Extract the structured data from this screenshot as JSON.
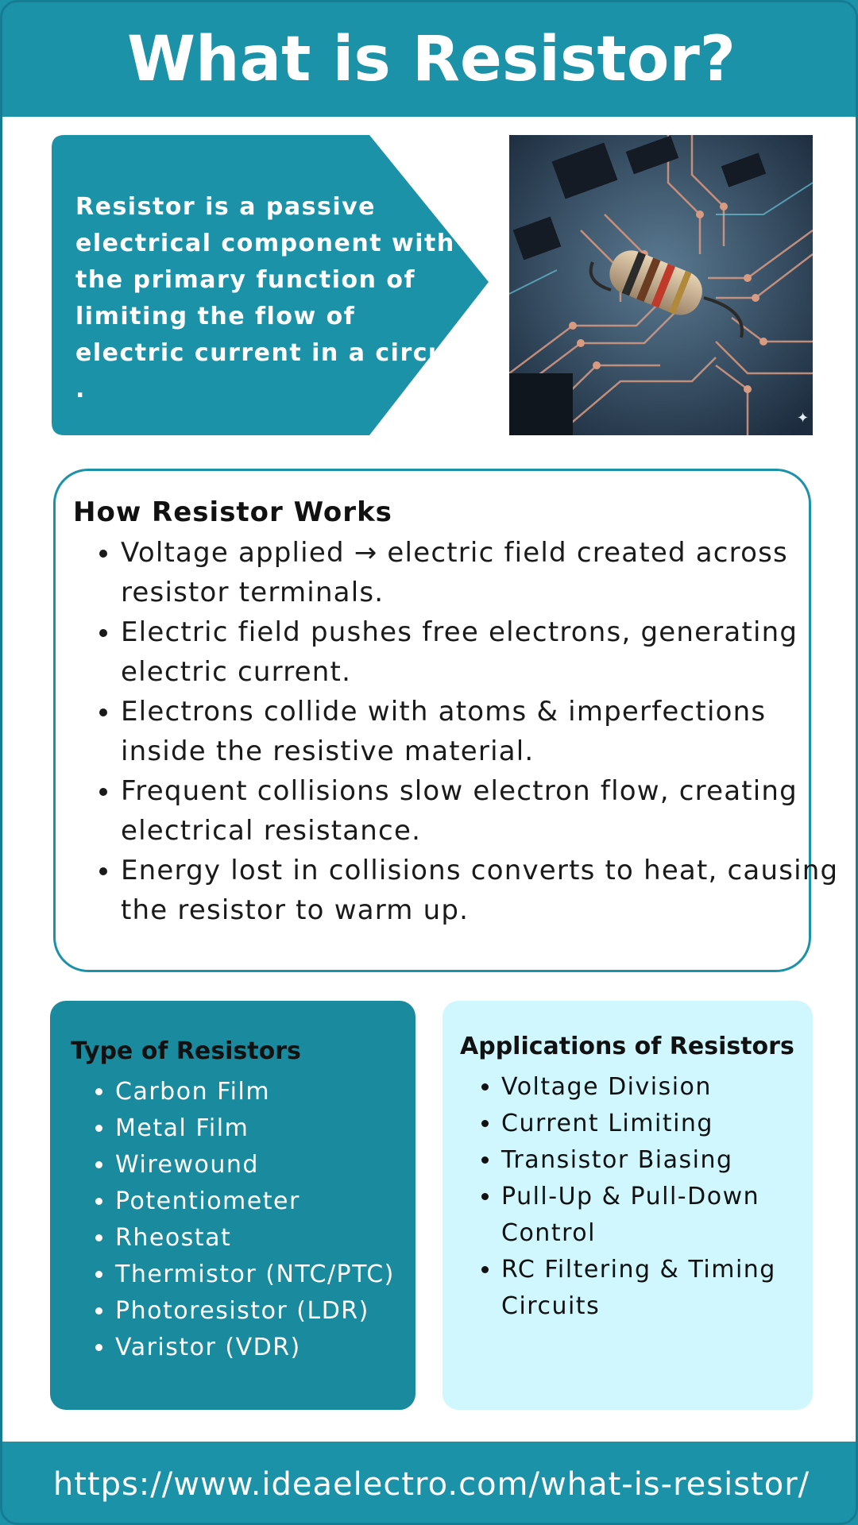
{
  "header": {
    "title": "What is Resistor?"
  },
  "definition": {
    "text": "Resistor is a passive electrical component with the primary function of limiting the flow of electric current in a circuit ."
  },
  "image": {
    "subject": "resistor-on-circuit-board"
  },
  "how_it_works": {
    "title": "How Resistor Works",
    "items": [
      "Voltage applied → electric field created across resistor terminals.",
      "Electric field pushes free electrons, generating electric current.",
      "Electrons collide with atoms & imperfections inside the resistive material.",
      "Frequent collisions slow electron flow, creating electrical resistance.",
      "Energy lost in collisions converts to heat, causing the resistor to warm up."
    ]
  },
  "types": {
    "title": "Type of Resistors",
    "items": [
      "Carbon Film",
      "Metal Film",
      "Wirewound",
      "Potentiometer",
      "Rheostat",
      "Thermistor (NTC/PTC)",
      "Photoresistor (LDR)",
      "Varistor (VDR)"
    ]
  },
  "applications": {
    "title": "Applications of Resistors",
    "items": [
      "Voltage Division",
      "Current Limiting",
      "Transistor Biasing",
      "Pull-Up & Pull-Down Control",
      "RC Filtering & Timing Circuits"
    ]
  },
  "footer": {
    "url": "https://www.ideaelectro.com/what-is-resistor/"
  },
  "colors": {
    "teal": "#1c92a8",
    "dark_teal": "#1a8a9f",
    "light_cyan": "#cff7fd",
    "white": "#ffffff"
  }
}
